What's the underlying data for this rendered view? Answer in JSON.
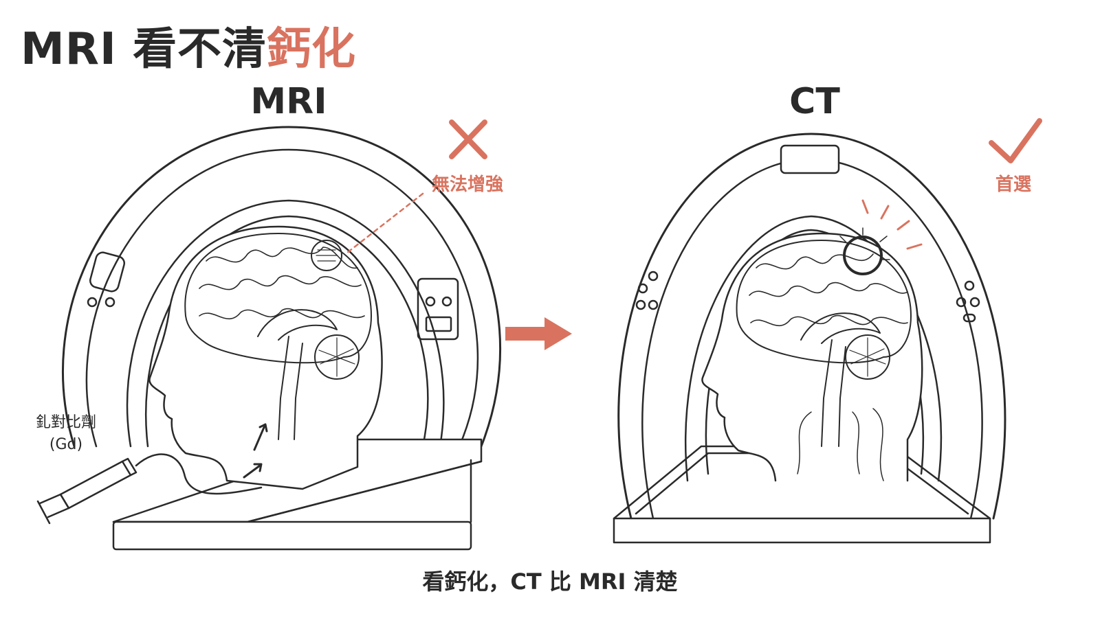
{
  "title": {
    "main": "MRI 看不清",
    "highlight": "鈣化"
  },
  "panels": {
    "mri": {
      "label": "MRI",
      "note": "無法增強",
      "agent_line1": "釓對比劑",
      "agent_line2": "(Gd)"
    },
    "ct": {
      "label": "CT",
      "note": "首選"
    }
  },
  "caption": "看鈣化，CT 比 MRI 清楚",
  "icons": {
    "mri_status": "cross-icon",
    "ct_status": "check-icon",
    "transition": "arrow-right-icon"
  },
  "colors": {
    "accent": "#d9735f",
    "ink": "#2a2a2a"
  }
}
